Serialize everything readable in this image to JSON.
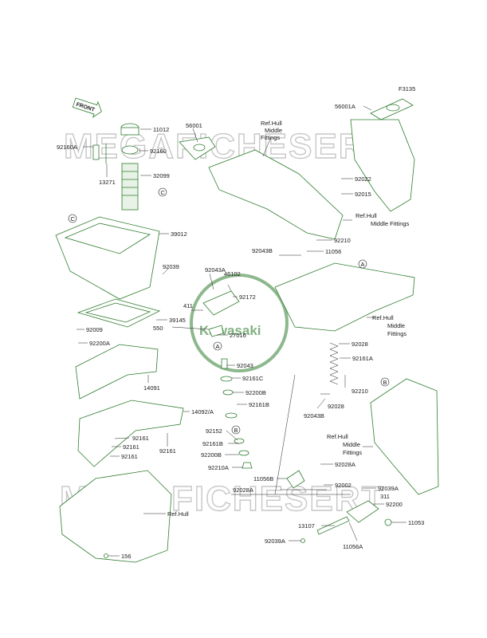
{
  "figure_code": "F3135",
  "front_label": "FRONT",
  "watermark": "MEGAFICHESERT",
  "logo": "Kawasaki",
  "colors": {
    "part_stroke": "#2f7d2f",
    "text": "#1a1a1a",
    "watermark": "#c7c7c7"
  },
  "refs": {
    "hull_middle_top": [
      "Ref.Hull",
      "Middle",
      "Fittings"
    ],
    "hull_middle_right": [
      "Ref.Hull",
      "Middle Fittings"
    ],
    "hull_middle_center": [
      "Ref.Hull",
      "Middle",
      "Fittings"
    ],
    "hull_middle_bottom": [
      "Ref.Hull",
      "Middle",
      "Fittings"
    ],
    "hull_bottom": "Ref.Hull"
  },
  "circle_letters": [
    "C",
    "C",
    "A",
    "A",
    "B",
    "B"
  ],
  "labels": [
    "11012",
    "92160A",
    "92160",
    "13271",
    "32099",
    "56001",
    "56001A",
    "92022",
    "92015",
    "39012",
    "92039",
    "92210",
    "92043B",
    "11056",
    "92043A",
    "46102",
    "92172",
    "411",
    "39145",
    "550",
    "27016",
    "92009",
    "92200A",
    "14091",
    "92043",
    "92161C",
    "92200B",
    "92161B",
    "92028",
    "92161A",
    "92210",
    "92028",
    "92043B",
    "14092/A",
    "92161",
    "92161",
    "92161",
    "92161",
    "92152",
    "92161B",
    "92200B",
    "92210A",
    "92028A",
    "11056B",
    "92028A",
    "92002",
    "92039A",
    "311",
    "92200",
    "13107",
    "11053",
    "92039A",
    "11056A",
    "156"
  ]
}
